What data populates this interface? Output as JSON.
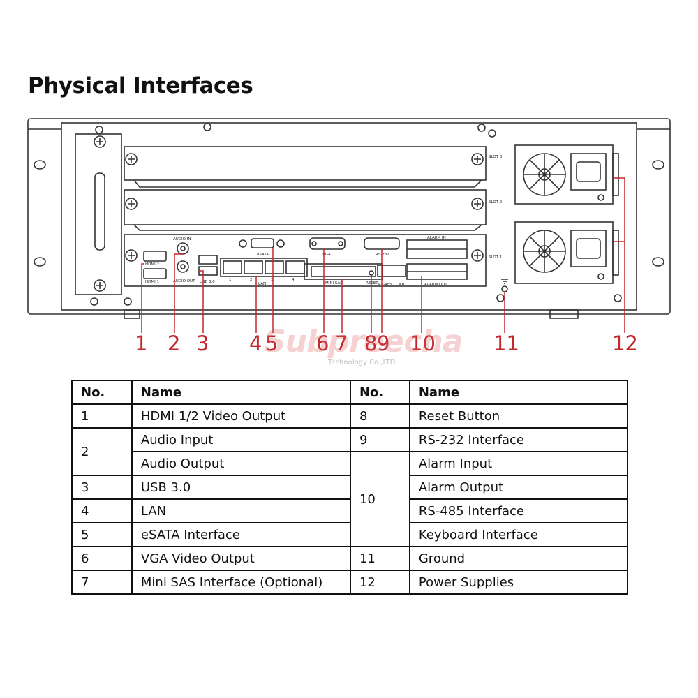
{
  "page_title": "Physical Interfaces",
  "panel_labels": {
    "slot3": "SLOT 3",
    "slot2": "SLOT 2",
    "slot1": "SLOT 1",
    "hdmi2": "HDMI 2",
    "hdmi1": "HDMI 1",
    "audio_in": "AUDIO IN",
    "audio_out": "AUDIO OUT",
    "usb": "USB 3.0",
    "esata": "eSATA",
    "lan": "LAN",
    "vga": "VGA",
    "mini_sas": "MINI SAS",
    "rs232": "RS-232",
    "rs485": "RS-485",
    "kb": "KB",
    "alarm_in": "ALARM IN",
    "alarm_out": "ALARM OUT",
    "reset": "RESET",
    "lan_ports": [
      "1",
      "2",
      "3",
      "4"
    ]
  },
  "callouts": [
    "1",
    "2",
    "3",
    "4",
    "5",
    "6",
    "7",
    "8",
    "9",
    "10",
    "11",
    "12"
  ],
  "watermark": {
    "brand": "Subpreecha",
    "company": "Technology Co.,LTD."
  },
  "table": {
    "headers": [
      "No.",
      "Name",
      "No.",
      "Name"
    ],
    "left": [
      {
        "no": "1",
        "names": [
          "HDMI 1/2 Video Output"
        ]
      },
      {
        "no": "2",
        "names": [
          "Audio Input",
          "Audio Output"
        ]
      },
      {
        "no": "3",
        "names": [
          "USB 3.0"
        ]
      },
      {
        "no": "4",
        "names": [
          "LAN"
        ]
      },
      {
        "no": "5",
        "names": [
          "eSATA Interface"
        ]
      },
      {
        "no": "6",
        "names": [
          "VGA Video Output"
        ]
      },
      {
        "no": "7",
        "names": [
          "Mini SAS Interface (Optional)"
        ]
      }
    ],
    "right": [
      {
        "no": "8",
        "names": [
          "Reset Button"
        ]
      },
      {
        "no": "9",
        "names": [
          "RS-232 Interface"
        ]
      },
      {
        "no": "10",
        "names": [
          "Alarm Input",
          "Alarm Output",
          "RS-485 Interface",
          "Keyboard Interface"
        ]
      },
      {
        "no": "11",
        "names": [
          "Ground"
        ]
      },
      {
        "no": "12",
        "names": [
          "Power Supplies"
        ]
      }
    ]
  }
}
